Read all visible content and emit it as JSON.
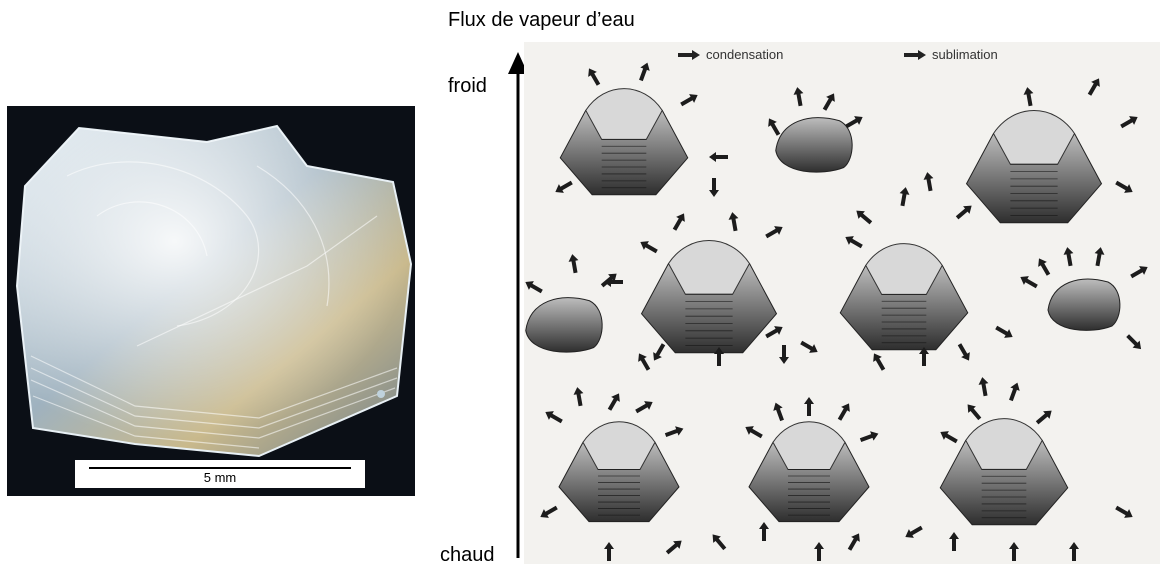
{
  "photo": {
    "scale_label": "5 mm"
  },
  "diagram": {
    "title": "Flux de vapeur d’eau",
    "label_top": "froid",
    "label_bottom": "chaud",
    "legend": [
      {
        "label": "condensation"
      },
      {
        "label": "sublimation"
      }
    ]
  }
}
